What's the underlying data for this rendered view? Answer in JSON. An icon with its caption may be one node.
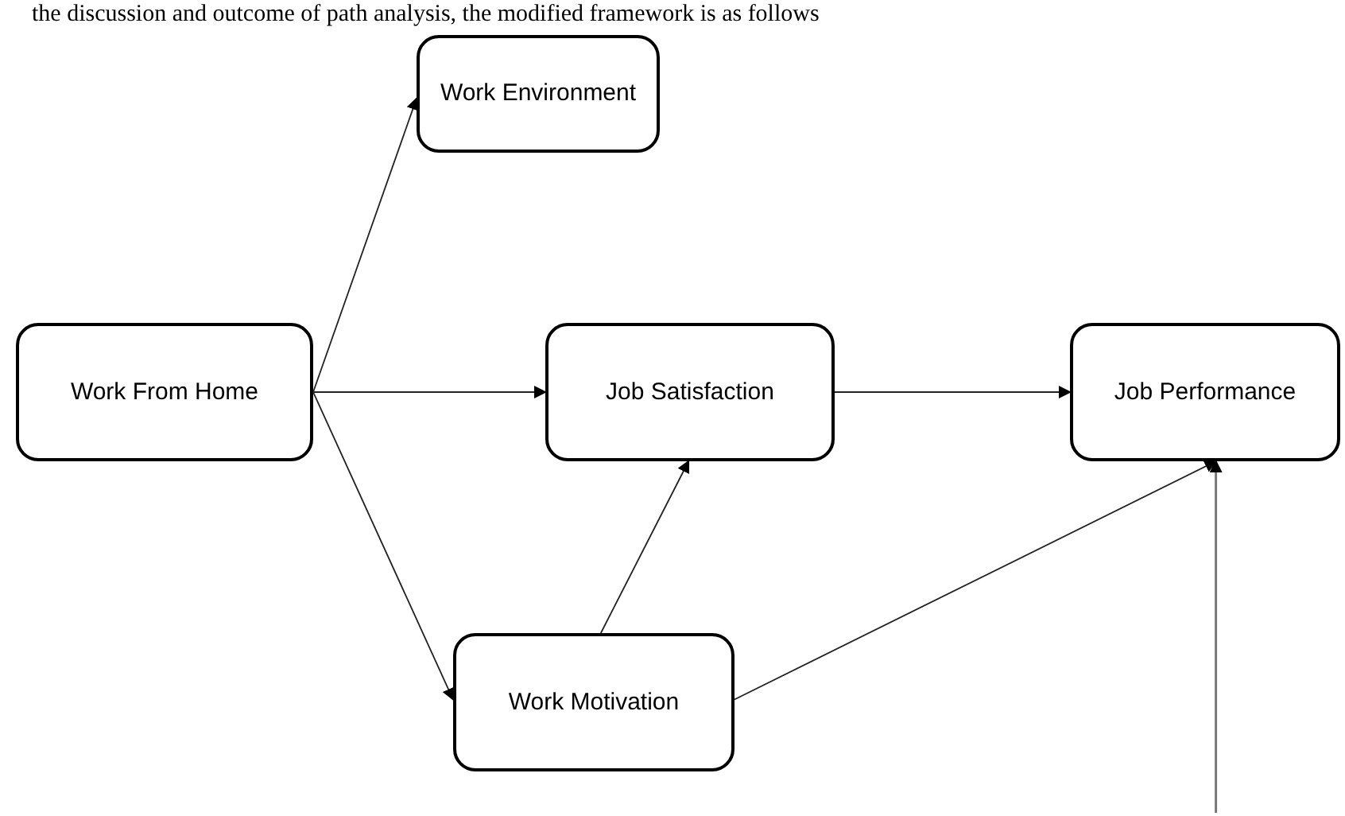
{
  "diagram": {
    "nodes": [
      {
        "text": [
          "Work Environment"
        ]
      },
      {
        "text": [
          "Work From Home"
        ]
      },
      {
        "text": [
          "Job Satisfaction"
        ]
      },
      {
        "text": [
          "Job Performance"
        ]
      },
      {
        "text": [
          "Work Motivation"
        ]
      }
    ],
    "edges": [
      {
        "from": 1,
        "to": 0,
        "arrow": "to"
      },
      {
        "from": 1,
        "to": 2,
        "arrow": "to"
      },
      {
        "from": 1,
        "to": 4,
        "arrow": "to"
      },
      {
        "from": 4,
        "to": 2,
        "arrow": "to"
      },
      {
        "from": 2,
        "to": 3,
        "arrow": "to"
      },
      {
        "from": 4,
        "to": 3,
        "arrow": "to"
      },
      {
        "from": null,
        "to": 3,
        "arrow": "to"
      }
    ],
    "labels": [
      "the discussion and outcome of path analysis, the modified framework is as follows"
    ]
  }
}
